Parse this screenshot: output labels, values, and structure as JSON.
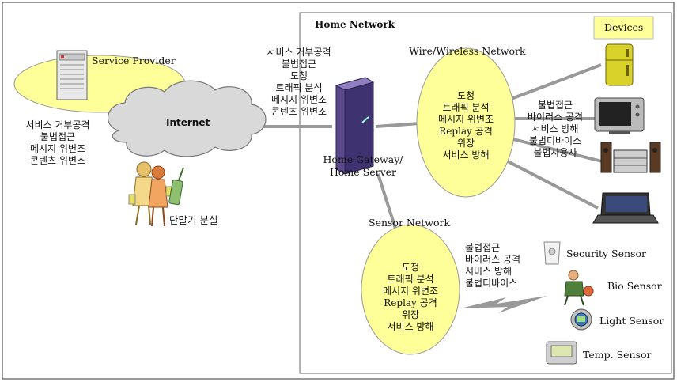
{
  "home_network_title": "Home Network",
  "devices_label": "Devices",
  "service_provider": {
    "label": "Service Provider",
    "threats": [
      "서비스 거부공격",
      "불법접근",
      "메시지 위변조",
      "콘텐츠 위변조"
    ]
  },
  "internet": {
    "label": "Internet",
    "threats": [
      "서비스 거부공격",
      "불법접근",
      "도청",
      "트래픽 분석",
      "메시지 위변조",
      "콘텐츠 위변조"
    ]
  },
  "terminal_loss_label": "단말기 분실",
  "home_gateway": {
    "label_line1": "Home Gateway/",
    "label_line2": "Home Server"
  },
  "wire_wireless": {
    "label": "Wire/Wireless Network",
    "threats": [
      "도청",
      "트래픽 분석",
      "메시지 위변조",
      "Replay 공격",
      "위장",
      "서비스 방해"
    ]
  },
  "device_threats": [
    "불법접근",
    "바이러스 공격",
    "서비스 방해",
    "불법디바이스",
    "불법사용자"
  ],
  "sensor_network": {
    "label": "Sensor Network",
    "threats": [
      "도청",
      "트래픽 분석",
      "메시지 위변조",
      "Replay 공격",
      "위장",
      "서비스 방해"
    ]
  },
  "sensor_threats": [
    "불법접근",
    "바이러스 공격",
    "서비스 방해",
    "불법디바이스"
  ],
  "sensors": [
    "Security Sensor",
    "Bio Sensor",
    "Light Sensor",
    "Temp. Sensor"
  ],
  "colors": {
    "ellipse_fill": "#ffff99",
    "devices_fill": "#ffff99",
    "cloud_fill": "#d9d9d9",
    "link_color": "#999999"
  }
}
